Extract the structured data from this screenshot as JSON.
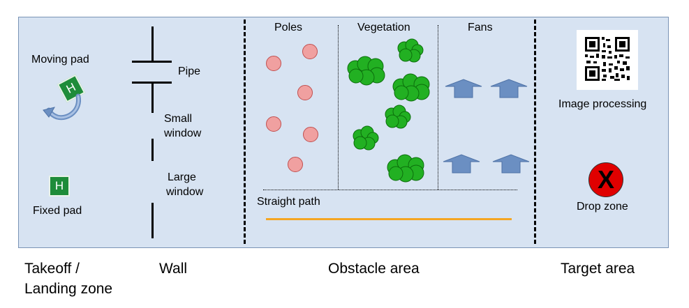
{
  "arena": {
    "background": "#d7e3f2",
    "takeoff": {
      "moving_pad_label": "Moving pad",
      "fixed_pad_label": "Fixed pad",
      "pad_letter": "H",
      "pad_color": "#1e8c3a",
      "rotate_arrow_color": "#6b8fc2"
    },
    "wall": {
      "pipe_label": "Pipe",
      "small_window_line1": "Small",
      "small_window_line2": "window",
      "large_window_line1": "Large",
      "large_window_line2": "window"
    },
    "obstacles": {
      "poles_label": "Poles",
      "vegetation_label": "Vegetation",
      "fans_label": "Fans",
      "straight_path_label": "Straight path",
      "pole_color": "#f0a0a0",
      "vegetation_color": "#22b022",
      "fan_color": "#6b8fc2",
      "path_color": "#f5a623"
    },
    "target": {
      "image_processing_label": "Image processing",
      "drop_zone_label": "Drop zone",
      "drop_mark": "X",
      "drop_color": "#e00000"
    }
  },
  "zones": {
    "takeoff_line1": "Takeoff /",
    "takeoff_line2": "Landing zone",
    "wall": "Wall",
    "obstacle": "Obstacle area",
    "target": "Target area"
  }
}
